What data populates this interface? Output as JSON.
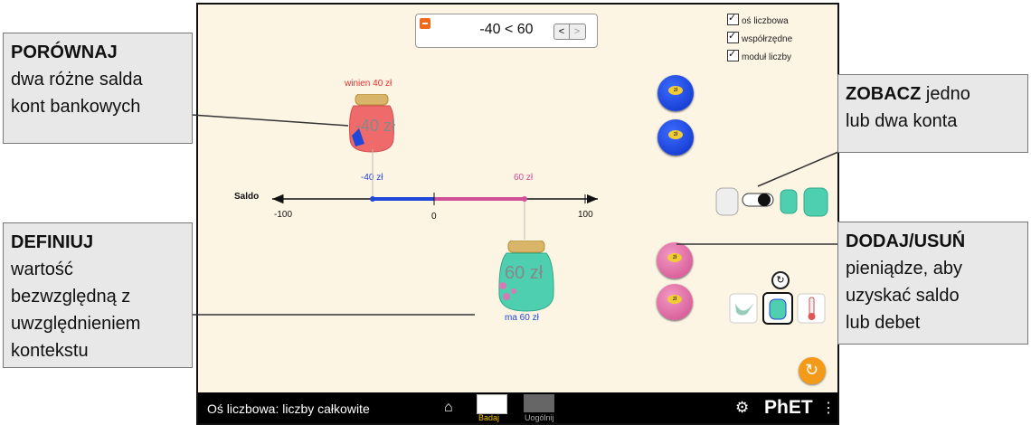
{
  "comparison": {
    "left": "-40",
    "operator": "<",
    "right": "60",
    "left_arrow": "<",
    "right_arrow": ">"
  },
  "checkboxes": [
    {
      "label": "oś liczbowa",
      "checked": true
    },
    {
      "label": "współrzędne",
      "checked": true
    },
    {
      "label": "moduł liczby",
      "checked": true
    }
  ],
  "jar_top": {
    "caption": "winien 40 zł",
    "amount": "-40 zł",
    "line_label": "-40 zł",
    "color": "#ef6b6b"
  },
  "jar_bottom": {
    "caption": "ma 60 zł",
    "amount": "60 zł",
    "line_label": "60 zł",
    "color": "#4ecfb0"
  },
  "number_line": {
    "label": "Saldo",
    "tick_min": "-100",
    "tick_zero": "0",
    "tick_max": "100",
    "value_min": -100,
    "value_max": 100,
    "neg_value": -40,
    "pos_value": 60
  },
  "bottom_bar": {
    "title": "Oś liczbowa: liczby całkowite",
    "tab_active": "Badaj",
    "tab_other": "Uogólnij",
    "logo": "PhET"
  },
  "callouts": {
    "compare": {
      "title": "PORÓWNAJ",
      "text1": "dwa różne salda",
      "text2": "kont bankowych"
    },
    "define": {
      "title": "DEFINIUJ",
      "text1": "wartość",
      "text2": "bezwzględną z",
      "text3": "uwzględnieniem",
      "text4": "kontekstu"
    },
    "view": {
      "title": "ZOBACZ",
      "rest": " jedno",
      "text2": "lub dwa konta"
    },
    "add": {
      "title": "DODAJ/USUŃ",
      "text1": "pieniądze, aby",
      "text2": "uzyskać saldo",
      "text3": "lub debet"
    }
  },
  "icons": [
    "minus-icon",
    "checkbox-icon",
    "coin-icon",
    "home-icon",
    "gear-icon",
    "menu-dots-icon",
    "refresh-icon",
    "jar-icon",
    "bird-icon",
    "thermometer-icon"
  ]
}
